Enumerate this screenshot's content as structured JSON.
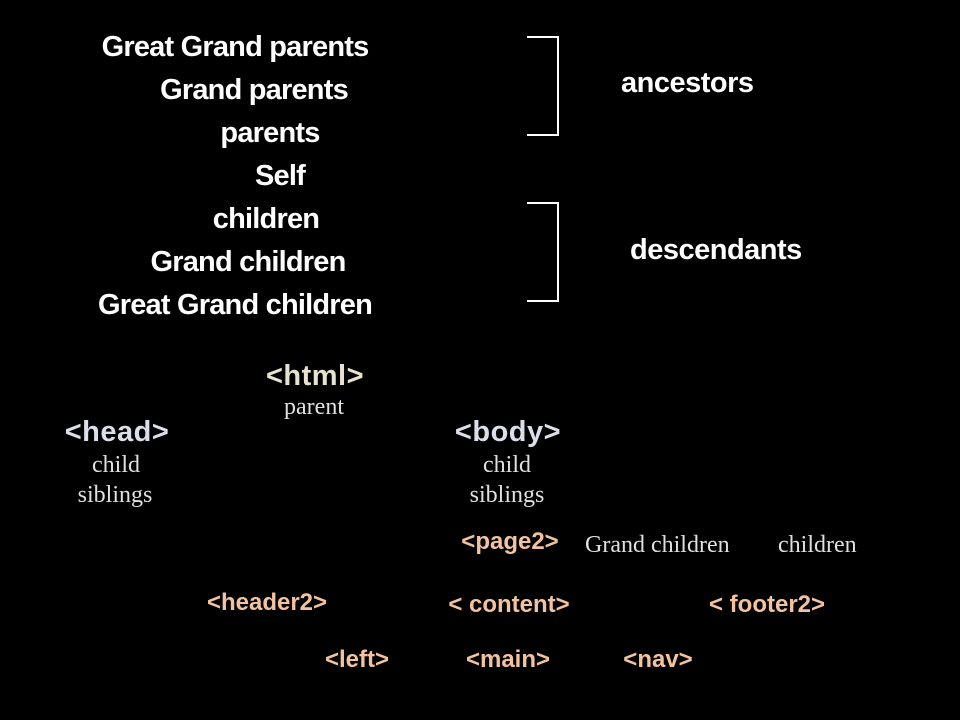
{
  "generations": {
    "great_grand_parents": "Great Grand parents",
    "grand_parents": "Grand parents",
    "parents": "parents",
    "self": "Self",
    "children": "children",
    "grand_children": "Grand children",
    "great_grand_children": "Great Grand children"
  },
  "groups": {
    "ancestors": "ancestors",
    "descendants": "descendants"
  },
  "tree": {
    "html_tag": "<html>",
    "html_note": "parent",
    "head_tag": "<head>",
    "head_note1": "child",
    "head_note2": "siblings",
    "body_tag": "<body>",
    "body_note1": "child",
    "body_note2": "siblings",
    "page_tag": "<page2>",
    "page_note_grand": "Grand children",
    "page_note_children": "children",
    "header_tag": "<header2>",
    "content_tag": "< content>",
    "footer_tag": "< footer2>",
    "left_tag": "<left>",
    "main_tag": "<main>",
    "nav_tag": "<nav>"
  },
  "colors": {
    "background": "#000000",
    "text": "#ffffff",
    "tag_light": "#dcdfea",
    "tag_orange": "#f3c3a0"
  }
}
